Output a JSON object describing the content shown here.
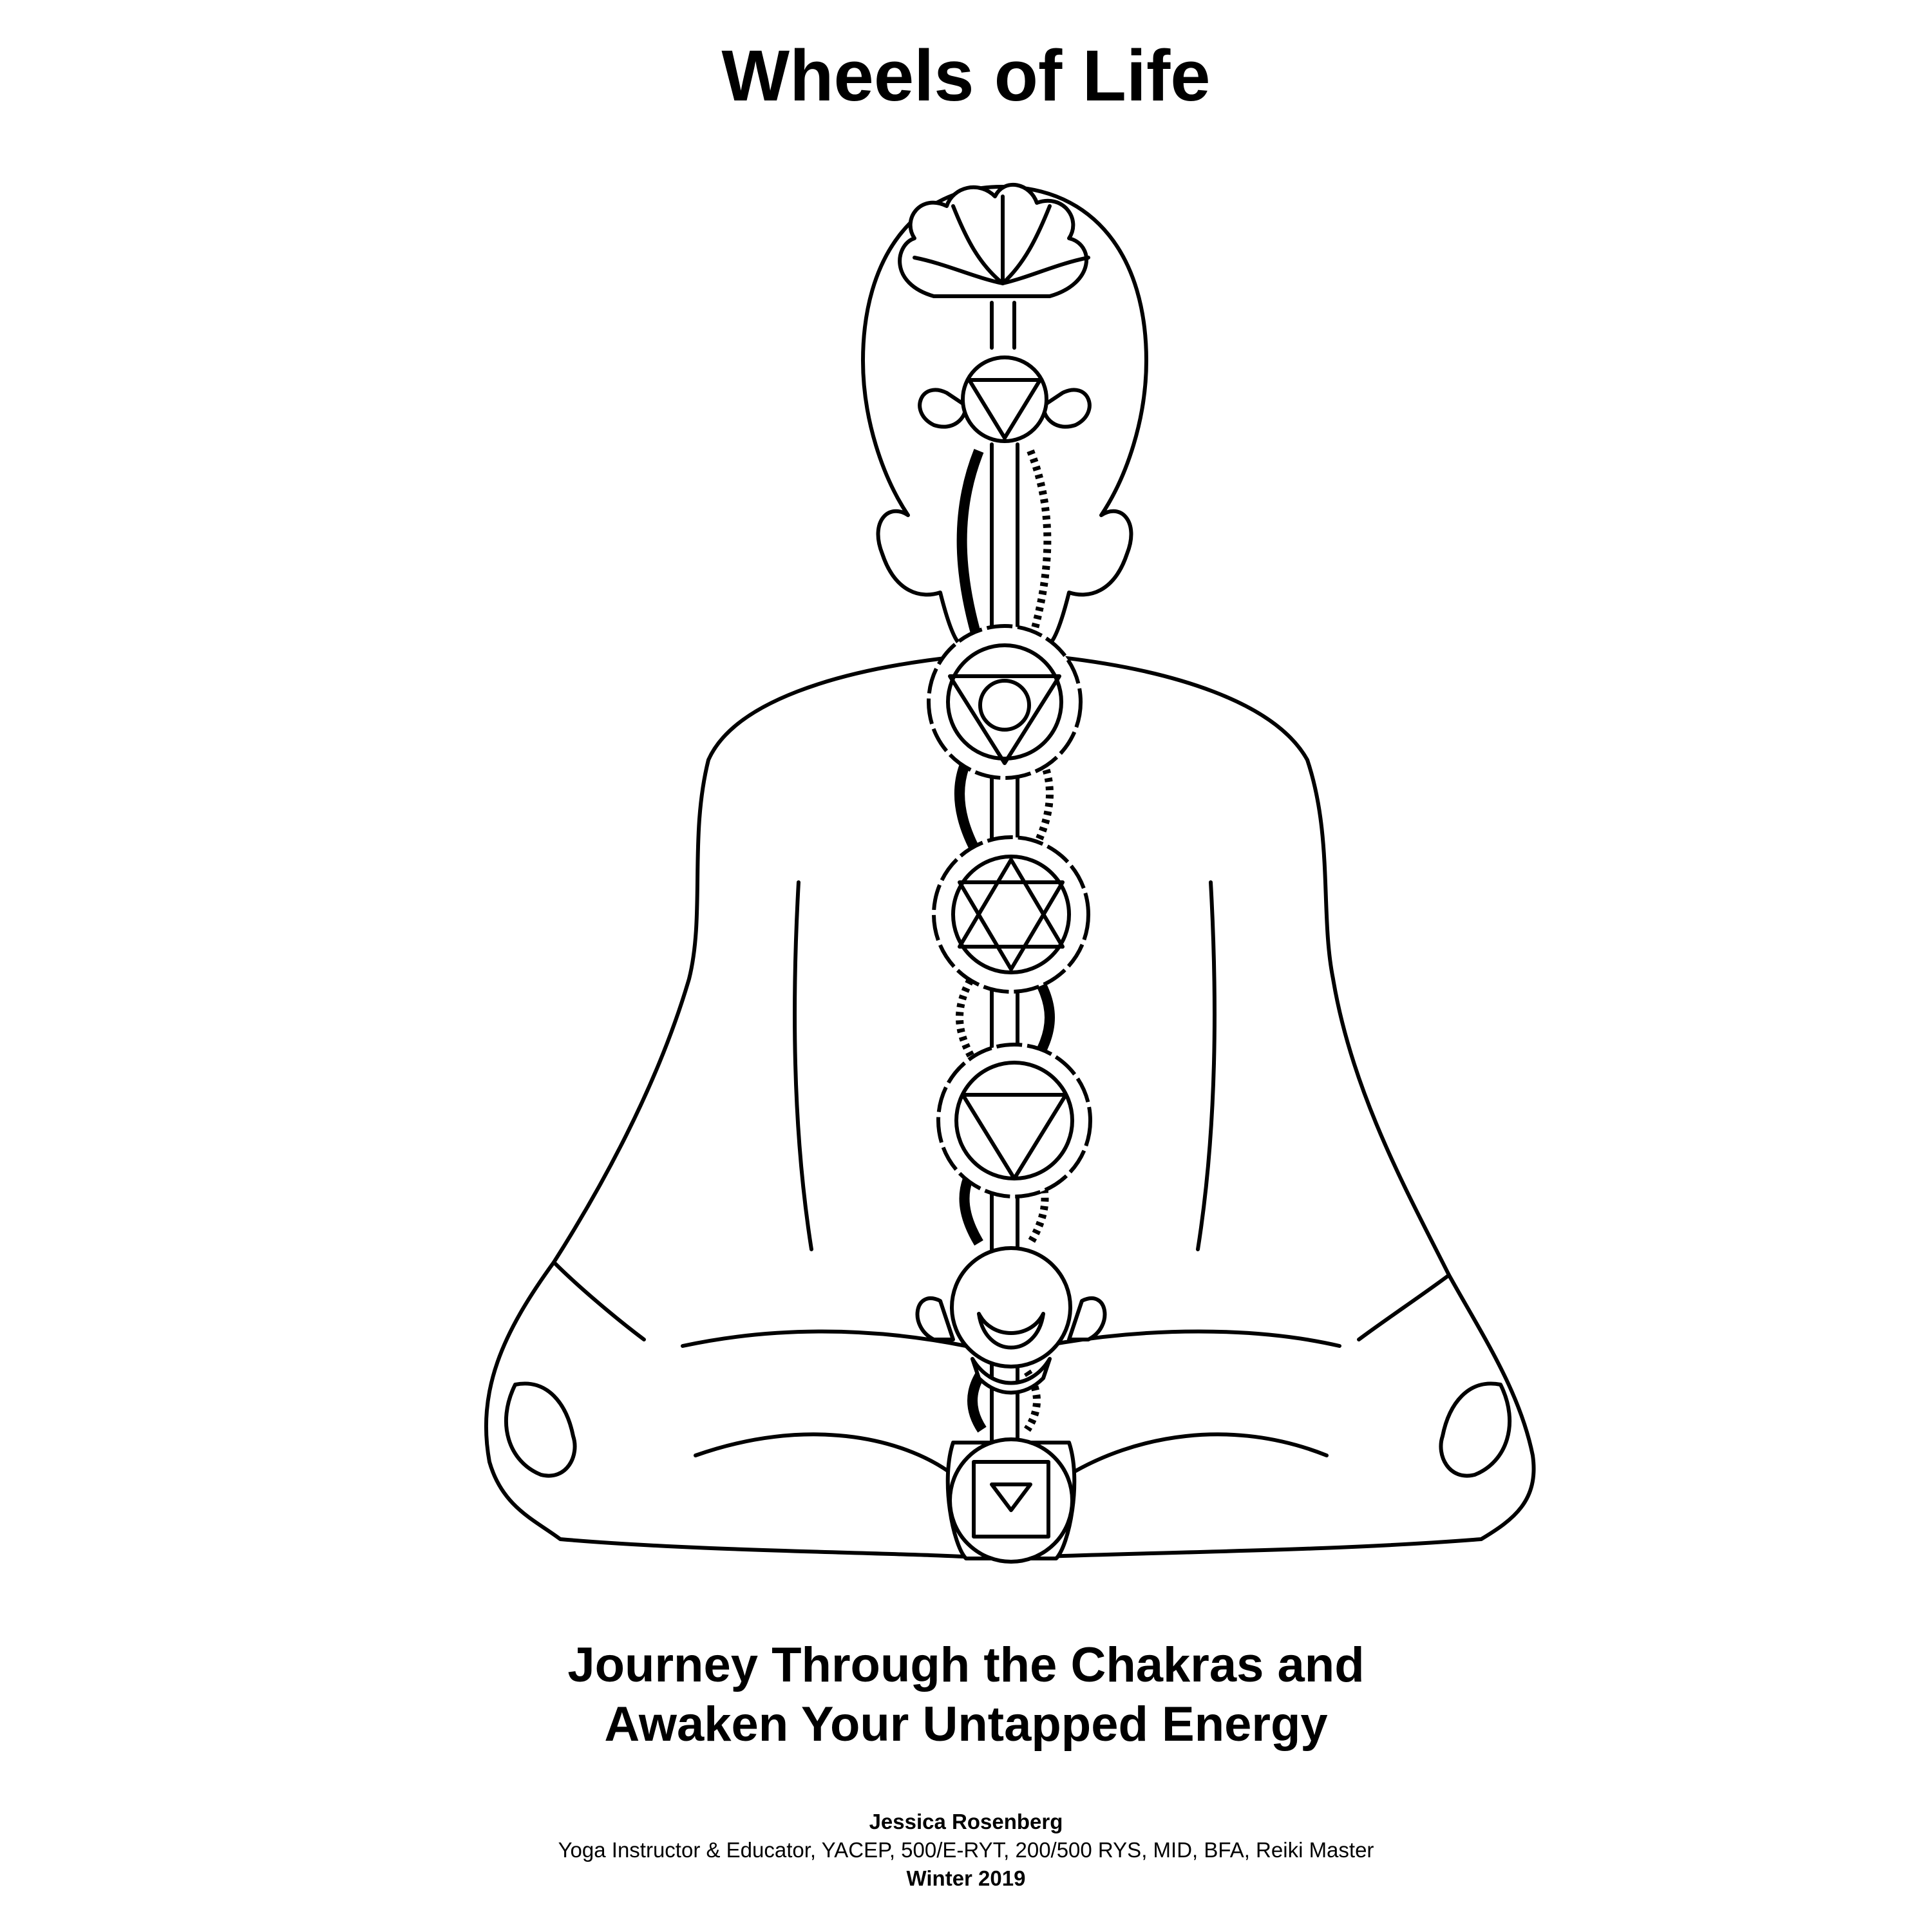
{
  "title": "Wheels of Life",
  "subtitle_line1": "Journey Through the Chakras and",
  "subtitle_line2": "Awaken Your Untapped Energy",
  "author": "Jessica Rosenberg",
  "credentials": "Yoga Instructor & Educator, YACEP, 500/E-RYT, 200/500 RYS, MID, BFA, Reiki Master",
  "date": "Winter 2019",
  "illustration": "seated-meditation-figure-with-seven-chakras"
}
